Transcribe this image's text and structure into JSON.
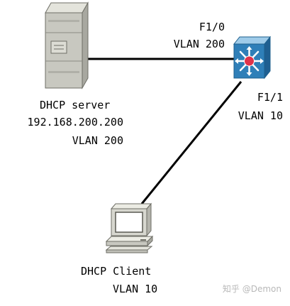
{
  "server": {
    "title": "DHCP server",
    "ip": "192.168.200.200",
    "vlan": "VLAN 200"
  },
  "switch_ports": {
    "f1_0": {
      "port": "F1/0",
      "vlan": "VLAN 200"
    },
    "f1_1": {
      "port": "F1/1",
      "vlan": "VLAN 10"
    }
  },
  "client": {
    "title": "DHCP Client",
    "vlan": "VLAN 10"
  },
  "watermark": "知乎 @Demon",
  "colors": {
    "switch_fill": "#2f7fb8",
    "switch_center": "#e0334a",
    "server_body": "#c8c8c0",
    "client_body": "#d7d7cf",
    "link": "#000000"
  }
}
